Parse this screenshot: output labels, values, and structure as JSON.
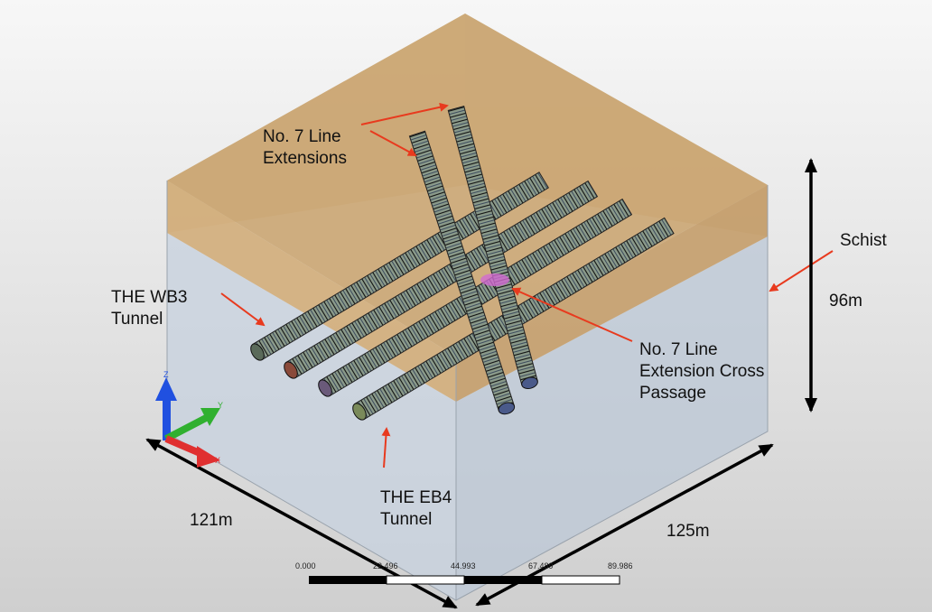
{
  "labels": {
    "line7_extensions": "No. 7 Line\nExtensions",
    "wb3_tunnel": "THE WB3\nTunnel",
    "eb4_tunnel": "THE EB4\nTunnel",
    "cross_passage": "No. 7 Line\nExtension Cross\nPassage",
    "schist": "Schist",
    "height_dim": "96m",
    "left_dim": "121m",
    "right_dim": "125m"
  },
  "axis_triad": {
    "z": "Z",
    "y": "Y",
    "x": "X"
  },
  "scale_bar": {
    "ticks": [
      "0.000",
      "22.496",
      "44.993",
      "67.489",
      "89.986"
    ]
  },
  "colors": {
    "upper_layer": "#c9a26c",
    "lower_layer": "#c9d3e0",
    "arrow": "#e83a1e",
    "dimension_line": "#000000",
    "axis_z": "#2050e0",
    "axis_y": "#30b030",
    "axis_x": "#e03030"
  }
}
